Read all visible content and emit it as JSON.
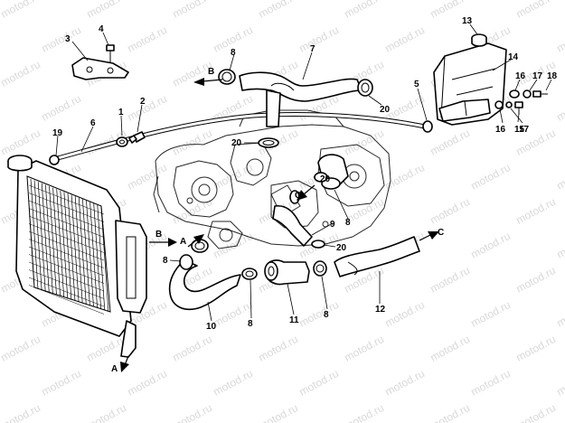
{
  "watermark": "motod.ru",
  "callouts": [
    {
      "id": "c1",
      "text": "1"
    },
    {
      "id": "c2",
      "text": "2"
    },
    {
      "id": "c3",
      "text": "3"
    },
    {
      "id": "c4",
      "text": "4"
    },
    {
      "id": "c5",
      "text": "5"
    },
    {
      "id": "c6",
      "text": "6"
    },
    {
      "id": "c7",
      "text": "7"
    },
    {
      "id": "c8a",
      "text": "8"
    },
    {
      "id": "c8b",
      "text": "8"
    },
    {
      "id": "c8c",
      "text": "8"
    },
    {
      "id": "c8d",
      "text": "8"
    },
    {
      "id": "c8e",
      "text": "8"
    },
    {
      "id": "c9",
      "text": "9"
    },
    {
      "id": "c10",
      "text": "10"
    },
    {
      "id": "c11",
      "text": "11"
    },
    {
      "id": "c12",
      "text": "12"
    },
    {
      "id": "c13",
      "text": "13"
    },
    {
      "id": "c14",
      "text": "14"
    },
    {
      "id": "c15",
      "text": "15"
    },
    {
      "id": "c16a",
      "text": "16"
    },
    {
      "id": "c16b",
      "text": "16"
    },
    {
      "id": "c17a",
      "text": "17"
    },
    {
      "id": "c17b",
      "text": "17"
    },
    {
      "id": "c18",
      "text": "18"
    },
    {
      "id": "c19",
      "text": "19"
    },
    {
      "id": "c20a",
      "text": "20"
    },
    {
      "id": "c20b",
      "text": "20"
    },
    {
      "id": "c20c",
      "text": "20"
    },
    {
      "id": "c20d",
      "text": "20"
    }
  ],
  "flow_labels": {
    "b_top": "B",
    "b_mid": "B",
    "a_mid": "A",
    "a_bottom": "A",
    "c_mid": "C",
    "c_right": "C"
  }
}
